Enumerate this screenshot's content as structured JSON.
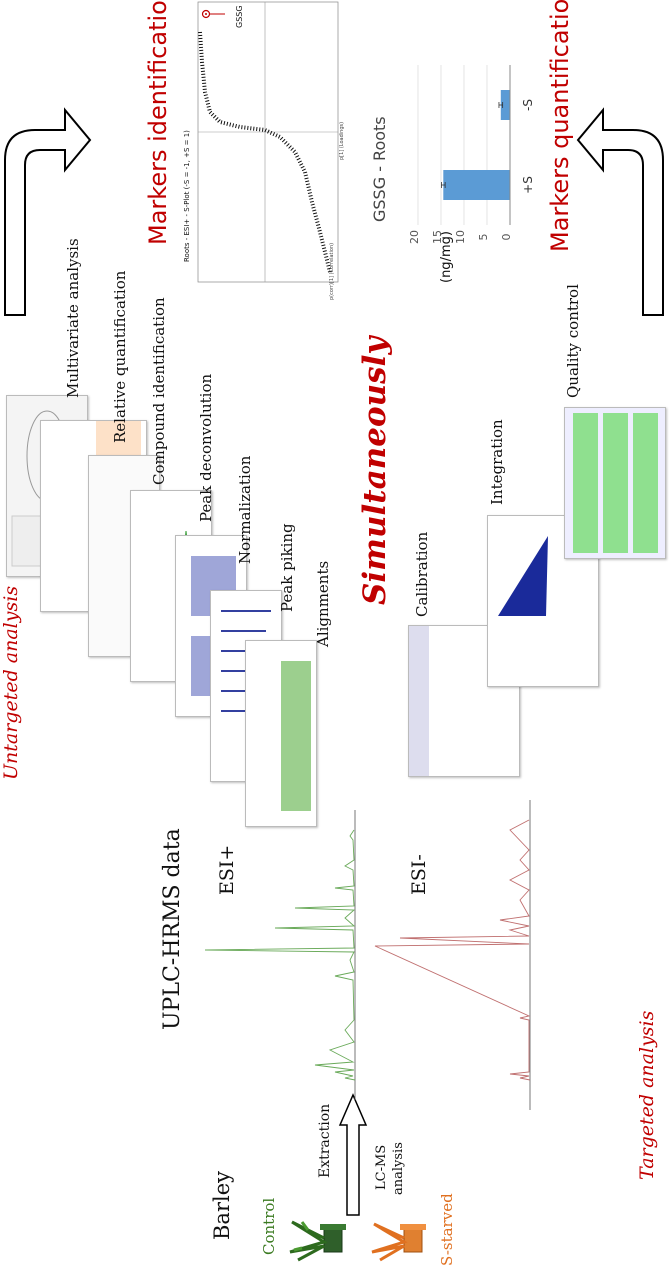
{
  "plant": {
    "label": "Barley",
    "control_label": "Control",
    "starved_label": "S-starved"
  },
  "workflow": {
    "extraction_label": "Extraction",
    "lcms_label_line1": "LC-MS",
    "lcms_label_line2": "analysis"
  },
  "data_section": {
    "title": "UPLC-HRMS data",
    "esi_plus_label": "ESI+",
    "esi_minus_label": "ESI-"
  },
  "untargeted": {
    "title": "Untargeted analysis",
    "steps": [
      "Alignments",
      "Peak piking",
      "Normalization",
      "Peak deconvolution",
      "Compound identification",
      "Relative quantification",
      "Multivariate analysis"
    ]
  },
  "targeted": {
    "title": "Targeted analysis",
    "steps": [
      "Calibration",
      "Integration",
      "Quality control"
    ]
  },
  "center_label": "Simultaneously",
  "outputs": {
    "identification_title": "Markers identification",
    "quantification_title": "Markers quantification"
  },
  "splot": {
    "title": "Roots - ESI+ - S-Plot (-S = -1, +S = 1)",
    "marker_label": "GSSG",
    "xlabel": "p[1] (Loadings)",
    "ylabel": "p(corr)[1] (Correlation)"
  },
  "chart_data": {
    "type": "bar",
    "title": "GSSG - Roots",
    "categories": [
      "+S",
      "-S"
    ],
    "values": [
      14.5,
      2.0
    ],
    "errors": [
      0.4,
      0.4
    ],
    "ylabel": "(ng/mg)",
    "ylim": [
      0,
      20
    ],
    "yticks": [
      "0",
      "5",
      "10",
      "15",
      "20"
    ],
    "bar_color": "#5b9bd5",
    "grid": true
  },
  "colors": {
    "accent_red": "#c00000",
    "control_green": "#3a7a20",
    "starved_orange": "#e07020"
  }
}
